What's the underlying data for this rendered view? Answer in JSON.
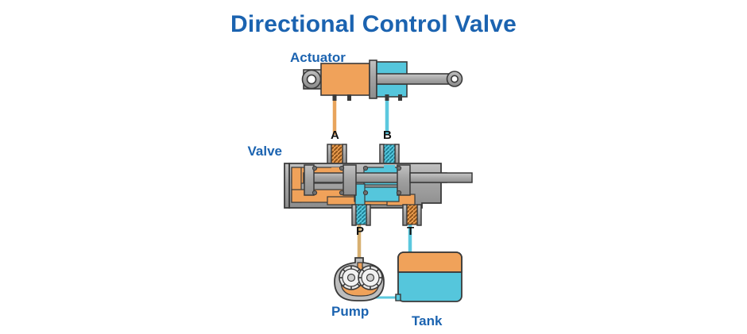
{
  "title": "Directional Control Valve",
  "background": "#ffffff",
  "colors": {
    "title_blue": "#1b63b0",
    "label_blue": "#1b63b0",
    "port_label": "#111111",
    "oil_orange": "#f0a25a",
    "oil_orange_dark": "#e08b3c",
    "fluid_cyan": "#55c6dc",
    "fluid_cyan_dark": "#3fb4cb",
    "metal_gray": "#9a9a9a",
    "metal_gray_light": "#b8b8b8",
    "outline": "#3a3a3a",
    "pipe_orange": "#e8a45c",
    "pipe_cyan": "#5bc8de"
  },
  "labels": {
    "actuator": "Actuator",
    "valve": "Valve",
    "pump": "Pump",
    "tank": "Tank"
  },
  "ports": {
    "a": "A",
    "b": "B",
    "p": "P",
    "t": "T"
  },
  "components": [
    {
      "id": "actuator",
      "name": "Actuator",
      "type": "hydraulic-cylinder",
      "description": "Double acting cylinder with piston rod and clevis eyes at both ends",
      "chambers": [
        {
          "side": "cap-end",
          "fluid": "oil",
          "color": "#f0a25a"
        },
        {
          "side": "rod-end",
          "fluid": "return",
          "color": "#55c6dc"
        }
      ]
    },
    {
      "id": "valve",
      "name": "Valve",
      "type": "spool-valve",
      "description": "Four-way directional control valve with spool and springs",
      "ports": [
        "A",
        "B",
        "P",
        "T"
      ]
    },
    {
      "id": "pump",
      "name": "Pump",
      "type": "gear-pump",
      "description": "External gear pump with two meshing gears",
      "gear_count": 2
    },
    {
      "id": "tank",
      "name": "Tank",
      "type": "reservoir",
      "description": "Fluid reservoir with oil level",
      "fill_level_percent": 68
    }
  ],
  "connections": [
    {
      "from": "valve.A",
      "to": "actuator.cap-end",
      "fluid": "oil",
      "color": "#e8a45c"
    },
    {
      "from": "valve.B",
      "to": "actuator.rod-end",
      "fluid": "return",
      "color": "#5bc8de"
    },
    {
      "from": "valve.P",
      "to": "pump.outlet",
      "fluid": "oil",
      "color": "#d8b071"
    },
    {
      "from": "valve.T",
      "to": "tank.inlet",
      "fluid": "return",
      "color": "#5bc8de"
    },
    {
      "from": "tank.outlet",
      "to": "pump.inlet",
      "fluid": "suction",
      "color": "#5bc8de"
    }
  ]
}
